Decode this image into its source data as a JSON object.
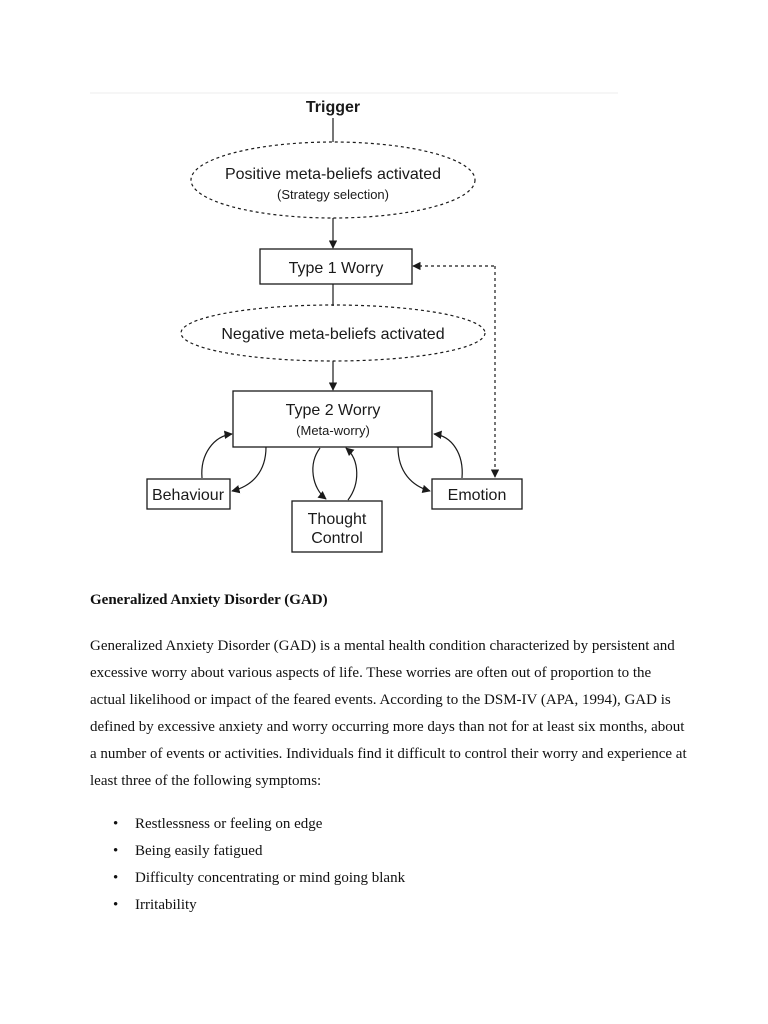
{
  "diagram": {
    "trigger": "Trigger",
    "positive_line1": "Positive meta-beliefs activated",
    "positive_line2": "(Strategy selection)",
    "type1": "Type 1 Worry",
    "negative": "Negative meta-beliefs activated",
    "type2_line1": "Type 2 Worry",
    "type2_line2": "(Meta-worry)",
    "behaviour": "Behaviour",
    "thought_line1": "Thought",
    "thought_line2": "Control",
    "emotion": "Emotion"
  },
  "article": {
    "heading": "Generalized Anxiety Disorder (GAD)",
    "paragraph": "Generalized Anxiety Disorder (GAD) is a mental health condition characterized by persistent and excessive worry about various aspects of life. These worries are often out of proportion to the actual likelihood or impact of the feared events. According to the DSM-IV (APA, 1994), GAD is defined by excessive anxiety and worry occurring more days than not for at least six months, about a number of events or activities. Individuals find it difficult to control their worry and experience at least three of the following symptoms:",
    "bullet_char": "•",
    "symptoms": [
      "Restlessness or feeling on edge",
      "Being easily fatigued",
      "Difficulty concentrating or mind going blank",
      "Irritability"
    ]
  }
}
